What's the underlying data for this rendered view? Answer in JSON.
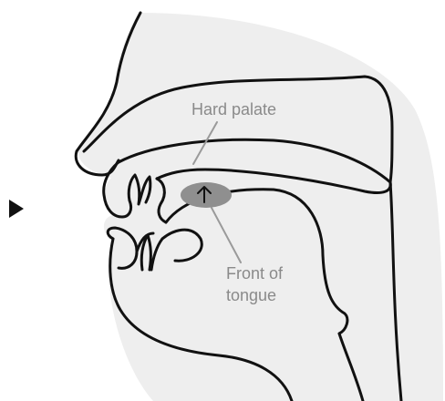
{
  "labels": {
    "hard_palate": "Hard palate",
    "front_of_tongue_line1": "Front of",
    "front_of_tongue_line2": "tongue"
  },
  "colors": {
    "background_fill": "#eeeeee",
    "outline": "#111111",
    "highlight_fill": "#8f8f8f",
    "label_text": "#8a8a8a",
    "leader_line": "#9a9a9a",
    "pointer_arrow": "#111111"
  },
  "icons": {
    "pointer": "play-triangle-icon",
    "direction": "up-arrow-icon"
  }
}
